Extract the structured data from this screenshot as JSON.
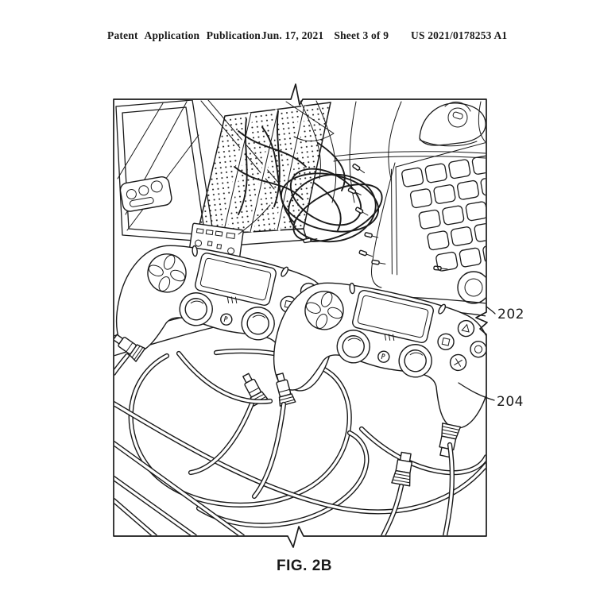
{
  "header": {
    "publication": "Patent Application Publication",
    "date": "Jun. 17, 2021",
    "sheet": "Sheet 3 of 9",
    "patent_number": "US 2021/0178253 A1"
  },
  "figure": {
    "caption": "FIG. 2B",
    "refs": [
      {
        "label": "202"
      },
      {
        "label": "204"
      }
    ]
  },
  "colors": {
    "ink": "#1a1a1a",
    "paper": "#ffffff"
  }
}
